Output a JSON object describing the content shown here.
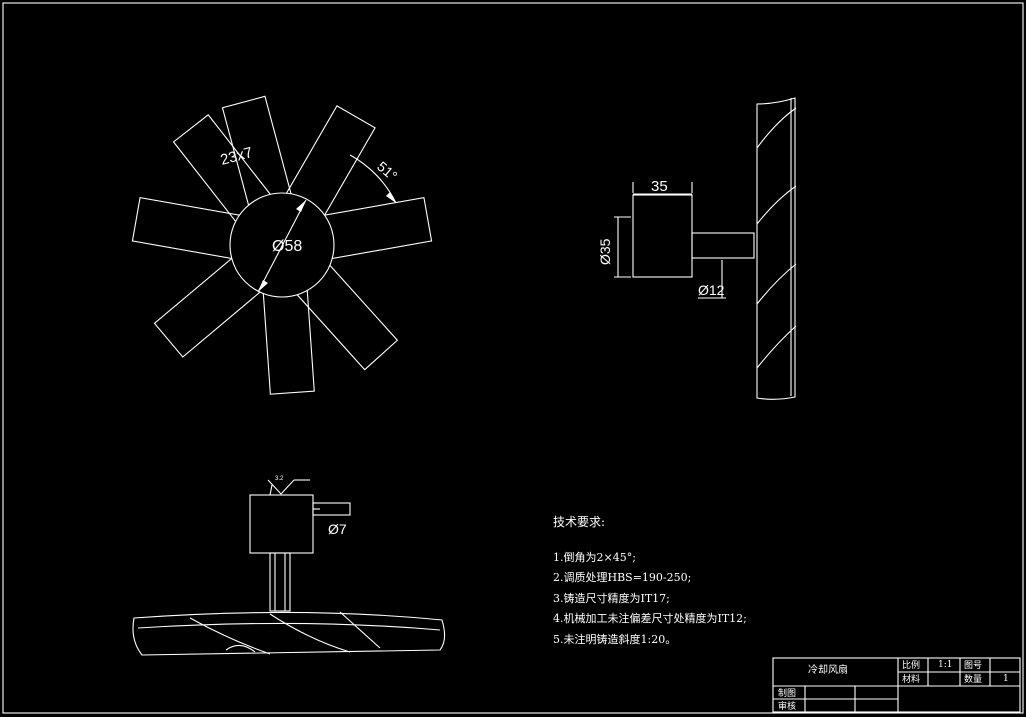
{
  "drawing": {
    "dimensions": {
      "blade_size": "23x7",
      "hub_diameter": "Ø58",
      "blade_angle": "51°",
      "shaft_length": "35",
      "boss_diameter": "Ø35",
      "shaft_diameter": "Ø12",
      "pin_diameter": "Ø7",
      "surface_finish": "3.2"
    },
    "technical_requirements": {
      "title": "技术要求:",
      "items": [
        "1.倒角为2×45°;",
        "2.调质处理HBS=190-250;",
        "3.铸造尺寸精度为IT17;",
        "4.机械加工未注偏差尺寸处精度为IT12;",
        "5.未注明铸造斜度1:20。"
      ]
    },
    "title_block": {
      "part_name": "冷却风扇",
      "scale_label": "比例",
      "scale_value": "1:1",
      "drawing_no_label": "图号",
      "material_label": "材料",
      "quantity_label": "数量",
      "quantity_value": "1",
      "drawn_label": "制图",
      "checked_label": "审核"
    }
  }
}
